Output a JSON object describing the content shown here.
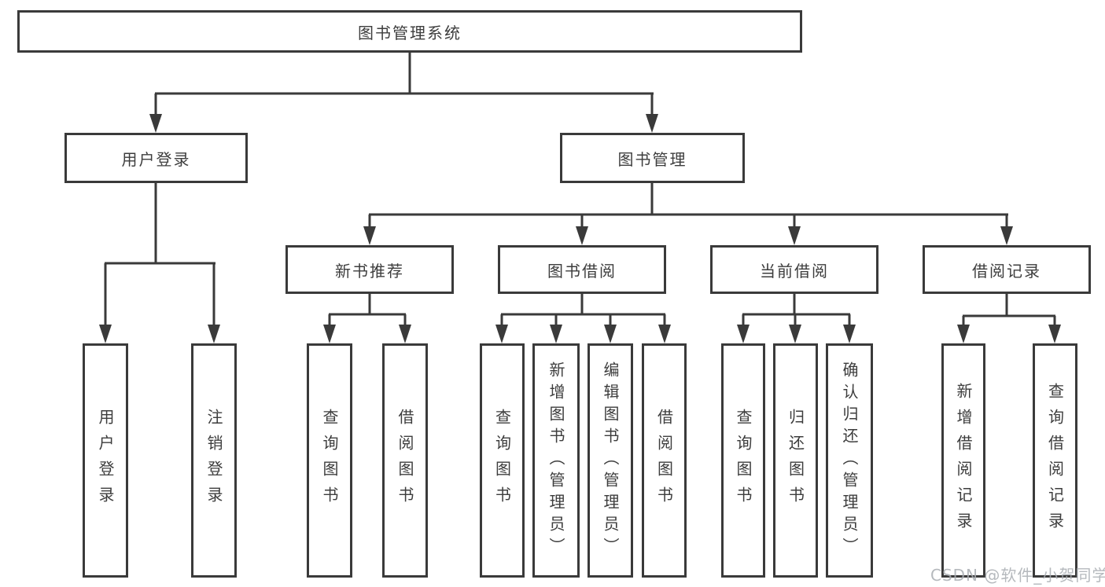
{
  "diagram": {
    "title": "图书管理系统",
    "watermark": "CSDN @软件_小贺同学",
    "colors": {
      "line": "#3a3a3a",
      "border": "#3a3a3a",
      "text": "#3d3d3d",
      "background": "#ffffff",
      "watermark": "#a9adb2"
    }
  },
  "nodes": {
    "root": {
      "label": "图书管理系统"
    },
    "level2": [
      {
        "label": "用户登录"
      },
      {
        "label": "图书管理"
      }
    ],
    "level3": [
      {
        "label": "新书推荐"
      },
      {
        "label": "图书借阅"
      },
      {
        "label": "当前借阅"
      },
      {
        "label": "借阅记录"
      }
    ],
    "leaves": {
      "user_login": [
        "用户登录",
        "注销登录"
      ],
      "new_book": [
        "查询图书",
        "借阅图书"
      ],
      "book_borrow": [
        "查询图书",
        "新增图书（管理员）",
        "编辑图书（管理员）",
        "借阅图书"
      ],
      "current_borrow": [
        "查询图书",
        "归还图书",
        "确认归还（管理员）"
      ],
      "borrow_record": [
        "新增借阅记录",
        "查询借阅记录"
      ]
    }
  }
}
